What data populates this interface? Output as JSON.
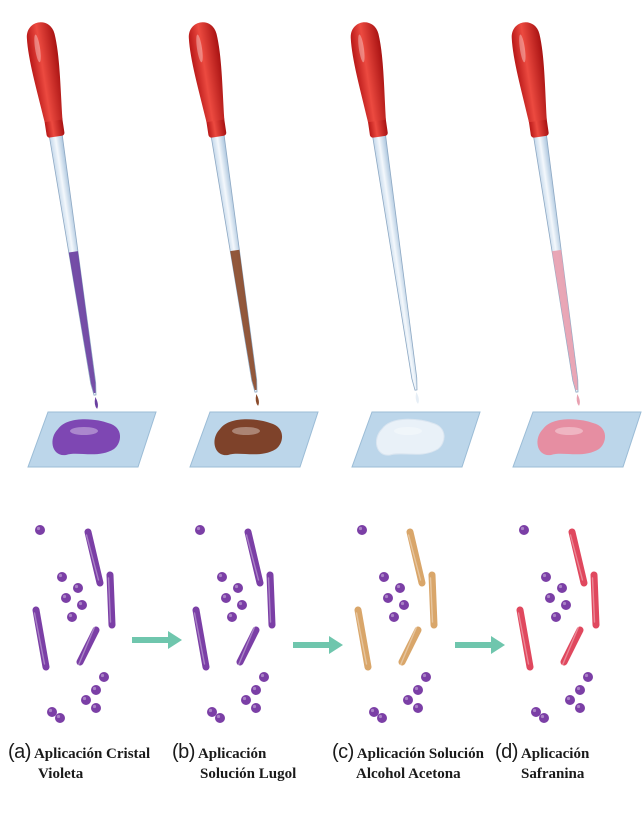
{
  "steps": [
    {
      "letter": "(a)",
      "line1": "Aplicación Cristal",
      "line2": "Violeta",
      "stain_color": "#6a3fa0",
      "puddle_color": "#7a3fb0",
      "bacteria_color": "#7b3fa6"
    },
    {
      "letter": "(b)",
      "line1": "Aplicación",
      "line2": "Solución Lugol",
      "stain_color": "#8a4a2a",
      "puddle_color": "#7a3a20",
      "bacteria_color": "#7b3fa6"
    },
    {
      "letter": "(c)",
      "line1": "Aplicación Solución",
      "line2": "Alcohol Acetona",
      "stain_color": "#e6eef6",
      "puddle_color": "#f2f6fb",
      "bacteria_color": "#7b3fa6",
      "rod_color": "#d9a66a"
    },
    {
      "letter": "(d)",
      "line1": "Aplicación",
      "line2": "Safranina",
      "stain_color": "#e8a0b0",
      "puddle_color": "#e88a9e",
      "bacteria_color": "#7b3fa6",
      "rod_color": "#e0485e"
    }
  ],
  "colors": {
    "bulb": "#d62a2a",
    "tube": "#cfe0f0",
    "slide": "#bcd6ea",
    "arrow": "#6fc6ad"
  }
}
